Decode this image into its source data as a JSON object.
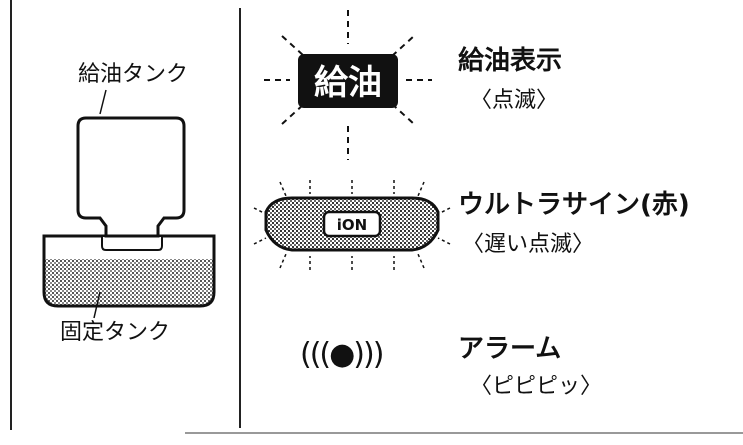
{
  "left_panel": {
    "fuel_tank_label": "給油タンク",
    "fixed_tank_label": "固定タンク"
  },
  "indicators": [
    {
      "icon": "fuel-badge-icon",
      "badge_text": "給油",
      "title": "給油表示",
      "subtitle": "〈点滅〉"
    },
    {
      "icon": "grille-light-icon",
      "badge_text": "iON",
      "title": "ウルトラサイン(赤)",
      "subtitle": "〈遅い点滅〉"
    },
    {
      "icon": "alarm-sound-icon",
      "symbol": "(((●)))",
      "title": "アラーム",
      "subtitle": "〈ピピピッ〉"
    }
  ]
}
